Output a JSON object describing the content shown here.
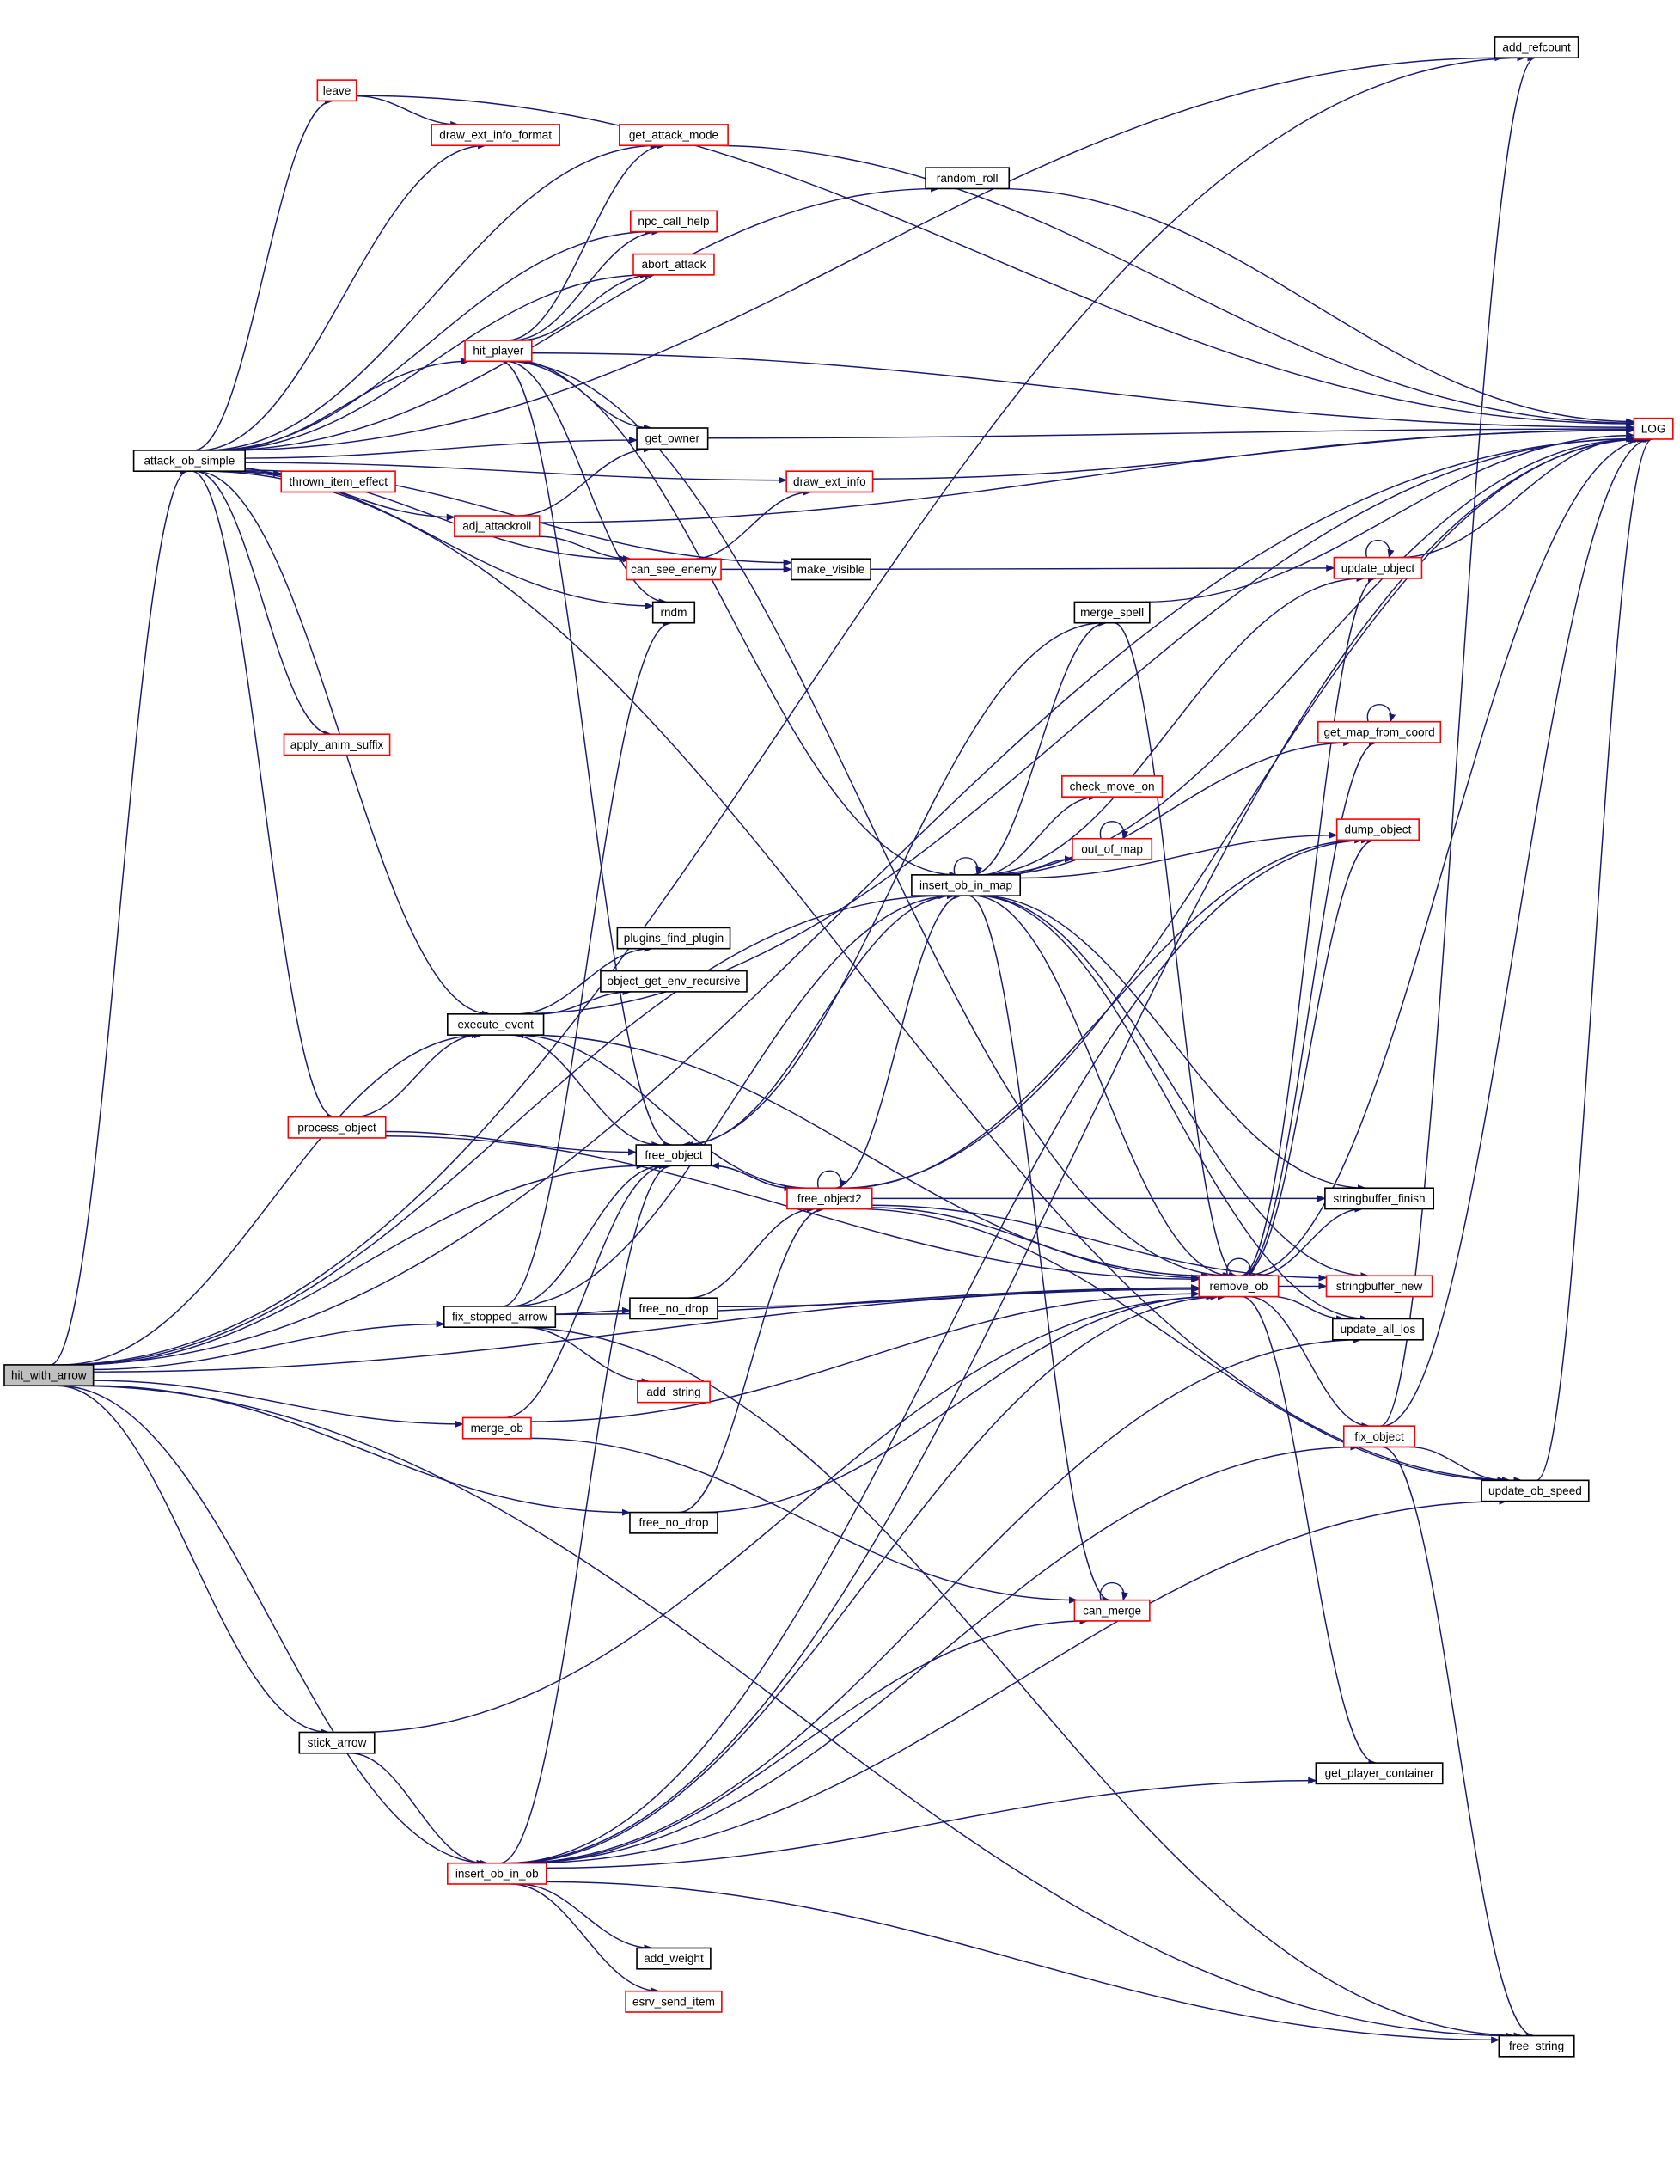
{
  "title": "hit_with_arrow call graph",
  "colors": {
    "edge": "#191970",
    "red_border": "#ff0000",
    "black_border": "#000000",
    "root_fill": "#bfbfbf"
  },
  "nodes": [
    {
      "id": "add_refcount",
      "label": "add_refcount",
      "border": "#000000"
    },
    {
      "id": "LOG",
      "label": "LOG",
      "border": "#ff0000"
    },
    {
      "id": "leave",
      "label": "leave",
      "border": "#ff0000"
    },
    {
      "id": "draw_ext_info_format",
      "label": "draw_ext_info_format",
      "border": "#ff0000"
    },
    {
      "id": "get_attack_mode",
      "label": "get_attack_mode",
      "border": "#ff0000"
    },
    {
      "id": "random_roll",
      "label": "random_roll",
      "border": "#000000"
    },
    {
      "id": "npc_call_help",
      "label": "npc_call_help",
      "border": "#ff0000"
    },
    {
      "id": "abort_attack",
      "label": "abort_attack",
      "border": "#ff0000"
    },
    {
      "id": "hit_player",
      "label": "hit_player",
      "border": "#ff0000"
    },
    {
      "id": "get_owner",
      "label": "get_owner",
      "border": "#000000"
    },
    {
      "id": "attack_ob_simple",
      "label": "attack_ob_simple",
      "border": "#000000"
    },
    {
      "id": "thrown_item_effect",
      "label": "thrown_item_effect",
      "border": "#ff0000"
    },
    {
      "id": "draw_ext_info",
      "label": "draw_ext_info",
      "border": "#ff0000"
    },
    {
      "id": "adj_attackroll",
      "label": "adj_attackroll",
      "border": "#ff0000"
    },
    {
      "id": "can_see_enemy",
      "label": "can_see_enemy",
      "border": "#ff0000"
    },
    {
      "id": "make_visible",
      "label": "make_visible",
      "border": "#000000"
    },
    {
      "id": "update_object",
      "label": "update_object",
      "border": "#ff0000"
    },
    {
      "id": "rndm",
      "label": "rndm",
      "border": "#000000"
    },
    {
      "id": "merge_spell",
      "label": "merge_spell",
      "border": "#000000"
    },
    {
      "id": "apply_anim_suffix",
      "label": "apply_anim_suffix",
      "border": "#ff0000"
    },
    {
      "id": "get_map_from_coord",
      "label": "get_map_from_coord",
      "border": "#ff0000"
    },
    {
      "id": "check_move_on",
      "label": "check_move_on",
      "border": "#ff0000"
    },
    {
      "id": "out_of_map",
      "label": "out_of_map",
      "border": "#ff0000"
    },
    {
      "id": "dump_object",
      "label": "dump_object",
      "border": "#ff0000"
    },
    {
      "id": "insert_ob_in_map",
      "label": "insert_ob_in_map",
      "border": "#000000"
    },
    {
      "id": "plugins_find_plugin",
      "label": "plugins_find_plugin",
      "border": "#000000"
    },
    {
      "id": "object_get_env_recursive",
      "label": "object_get_env_recursive",
      "border": "#000000"
    },
    {
      "id": "execute_event",
      "label": "execute_event",
      "border": "#000000"
    },
    {
      "id": "process_object",
      "label": "process_object",
      "border": "#ff0000"
    },
    {
      "id": "free_object",
      "label": "free_object",
      "border": "#000000"
    },
    {
      "id": "free_object2",
      "label": "free_object2",
      "border": "#ff0000"
    },
    {
      "id": "stringbuffer_finish",
      "label": "stringbuffer_finish",
      "border": "#000000"
    },
    {
      "id": "remove_ob",
      "label": "remove_ob",
      "border": "#ff0000"
    },
    {
      "id": "stringbuffer_new",
      "label": "stringbuffer_new",
      "border": "#ff0000"
    },
    {
      "id": "update_all_los",
      "label": "update_all_los",
      "border": "#000000"
    },
    {
      "id": "fix_stopped_arrow",
      "label": "fix_stopped_arrow",
      "border": "#000000"
    },
    {
      "id": "free_no_drop_1",
      "label": "free_no_drop",
      "border": "#000000"
    },
    {
      "id": "hit_with_arrow",
      "label": "hit_with_arrow",
      "border": "#000000"
    },
    {
      "id": "add_string",
      "label": "add_string",
      "border": "#ff0000"
    },
    {
      "id": "merge_ob",
      "label": "merge_ob",
      "border": "#ff0000"
    },
    {
      "id": "fix_object",
      "label": "fix_object",
      "border": "#ff0000"
    },
    {
      "id": "update_ob_speed",
      "label": "update_ob_speed",
      "border": "#000000"
    },
    {
      "id": "free_no_drop_2",
      "label": "free_no_drop",
      "border": "#000000"
    },
    {
      "id": "can_merge",
      "label": "can_merge",
      "border": "#ff0000"
    },
    {
      "id": "stick_arrow",
      "label": "stick_arrow",
      "border": "#000000"
    },
    {
      "id": "get_player_container",
      "label": "get_player_container",
      "border": "#000000"
    },
    {
      "id": "insert_ob_in_ob",
      "label": "insert_ob_in_ob",
      "border": "#ff0000"
    },
    {
      "id": "add_weight",
      "label": "add_weight",
      "border": "#000000"
    },
    {
      "id": "esrv_send_item",
      "label": "esrv_send_item",
      "border": "#ff0000"
    },
    {
      "id": "free_string",
      "label": "free_string",
      "border": "#000000"
    }
  ],
  "edges": [
    [
      "hit_with_arrow",
      "attack_ob_simple"
    ],
    [
      "hit_with_arrow",
      "add_refcount"
    ],
    [
      "hit_with_arrow",
      "execute_event"
    ],
    [
      "hit_with_arrow",
      "free_object"
    ],
    [
      "hit_with_arrow",
      "insert_ob_in_map"
    ],
    [
      "hit_with_arrow",
      "fix_stopped_arrow"
    ],
    [
      "hit_with_arrow",
      "merge_ob"
    ],
    [
      "hit_with_arrow",
      "free_no_drop_2"
    ],
    [
      "hit_with_arrow",
      "remove_ob"
    ],
    [
      "hit_with_arrow",
      "stick_arrow"
    ],
    [
      "hit_with_arrow",
      "insert_ob_in_ob"
    ],
    [
      "hit_with_arrow",
      "free_string"
    ],
    [
      "hit_with_arrow",
      "LOG"
    ],
    [
      "attack_ob_simple",
      "add_refcount"
    ],
    [
      "attack_ob_simple",
      "leave"
    ],
    [
      "attack_ob_simple",
      "draw_ext_info_format"
    ],
    [
      "attack_ob_simple",
      "get_attack_mode"
    ],
    [
      "attack_ob_simple",
      "random_roll"
    ],
    [
      "attack_ob_simple",
      "npc_call_help"
    ],
    [
      "attack_ob_simple",
      "abort_attack"
    ],
    [
      "attack_ob_simple",
      "hit_player"
    ],
    [
      "attack_ob_simple",
      "get_owner"
    ],
    [
      "attack_ob_simple",
      "thrown_item_effect"
    ],
    [
      "attack_ob_simple",
      "draw_ext_info"
    ],
    [
      "attack_ob_simple",
      "adj_attackroll"
    ],
    [
      "attack_ob_simple",
      "can_see_enemy"
    ],
    [
      "attack_ob_simple",
      "rndm"
    ],
    [
      "attack_ob_simple",
      "make_visible"
    ],
    [
      "attack_ob_simple",
      "apply_anim_suffix"
    ],
    [
      "attack_ob_simple",
      "execute_event"
    ],
    [
      "attack_ob_simple",
      "process_object"
    ],
    [
      "attack_ob_simple",
      "update_ob_speed"
    ],
    [
      "leave",
      "draw_ext_info_format"
    ],
    [
      "leave",
      "LOG"
    ],
    [
      "get_attack_mode",
      "LOG"
    ],
    [
      "random_roll",
      "LOG"
    ],
    [
      "hit_player",
      "get_attack_mode"
    ],
    [
      "hit_player",
      "npc_call_help"
    ],
    [
      "hit_player",
      "abort_attack"
    ],
    [
      "hit_player",
      "LOG"
    ],
    [
      "hit_player",
      "get_owner"
    ],
    [
      "hit_player",
      "rndm"
    ],
    [
      "hit_player",
      "free_object"
    ],
    [
      "hit_player",
      "insert_ob_in_map"
    ],
    [
      "hit_player",
      "remove_ob"
    ],
    [
      "get_owner",
      "LOG"
    ],
    [
      "draw_ext_info",
      "LOG"
    ],
    [
      "adj_attackroll",
      "get_owner"
    ],
    [
      "adj_attackroll",
      "can_see_enemy"
    ],
    [
      "adj_attackroll",
      "LOG"
    ],
    [
      "can_see_enemy",
      "draw_ext_info"
    ],
    [
      "can_see_enemy",
      "make_visible"
    ],
    [
      "make_visible",
      "update_object"
    ],
    [
      "update_object",
      "update_object"
    ],
    [
      "update_object",
      "LOG"
    ],
    [
      "merge_spell",
      "LOG"
    ],
    [
      "merge_spell",
      "remove_ob"
    ],
    [
      "merge_spell",
      "free_object"
    ],
    [
      "insert_ob_in_map",
      "insert_ob_in_map"
    ],
    [
      "insert_ob_in_map",
      "LOG"
    ],
    [
      "insert_ob_in_map",
      "merge_spell"
    ],
    [
      "insert_ob_in_map",
      "update_object"
    ],
    [
      "insert_ob_in_map",
      "get_map_from_coord"
    ],
    [
      "insert_ob_in_map",
      "check_move_on"
    ],
    [
      "insert_ob_in_map",
      "out_of_map"
    ],
    [
      "insert_ob_in_map",
      "dump_object"
    ],
    [
      "insert_ob_in_map",
      "stringbuffer_finish"
    ],
    [
      "insert_ob_in_map",
      "remove_ob"
    ],
    [
      "insert_ob_in_map",
      "stringbuffer_new"
    ],
    [
      "insert_ob_in_map",
      "update_all_los"
    ],
    [
      "insert_ob_in_map",
      "can_merge"
    ],
    [
      "insert_ob_in_map",
      "free_object"
    ],
    [
      "get_map_from_coord",
      "get_map_from_coord"
    ],
    [
      "out_of_map",
      "out_of_map"
    ],
    [
      "execute_event",
      "plugins_find_plugin"
    ],
    [
      "execute_event",
      "object_get_env_recursive"
    ],
    [
      "execute_event",
      "free_object"
    ],
    [
      "execute_event",
      "remove_ob"
    ],
    [
      "execute_event",
      "LOG"
    ],
    [
      "process_object",
      "execute_event"
    ],
    [
      "process_object",
      "free_object"
    ],
    [
      "process_object",
      "remove_ob"
    ],
    [
      "free_object",
      "free_object2"
    ],
    [
      "free_object2",
      "free_object2"
    ],
    [
      "free_object2",
      "execute_event"
    ],
    [
      "free_object2",
      "insert_ob_in_map"
    ],
    [
      "free_object2",
      "free_object"
    ],
    [
      "free_object2",
      "dump_object"
    ],
    [
      "free_object2",
      "stringbuffer_finish"
    ],
    [
      "free_object2",
      "remove_ob"
    ],
    [
      "free_object2",
      "stringbuffer_new"
    ],
    [
      "free_object2",
      "update_ob_speed"
    ],
    [
      "free_object2",
      "LOG"
    ],
    [
      "remove_ob",
      "remove_ob"
    ],
    [
      "remove_ob",
      "LOG"
    ],
    [
      "remove_ob",
      "update_object"
    ],
    [
      "remove_ob",
      "get_map_from_coord"
    ],
    [
      "remove_ob",
      "dump_object"
    ],
    [
      "remove_ob",
      "stringbuffer_finish"
    ],
    [
      "remove_ob",
      "stringbuffer_new"
    ],
    [
      "remove_ob",
      "update_all_los"
    ],
    [
      "remove_ob",
      "fix_object"
    ],
    [
      "remove_ob",
      "get_player_container"
    ],
    [
      "fix_object",
      "LOG"
    ],
    [
      "fix_object",
      "update_ob_speed"
    ],
    [
      "fix_object",
      "free_string"
    ],
    [
      "fix_object",
      "add_refcount"
    ],
    [
      "update_ob_speed",
      "LOG"
    ],
    [
      "fix_stopped_arrow",
      "rndm"
    ],
    [
      "fix_stopped_arrow",
      "free_object"
    ],
    [
      "fix_stopped_arrow",
      "insert_ob_in_map"
    ],
    [
      "fix_stopped_arrow",
      "free_no_drop_1"
    ],
    [
      "fix_stopped_arrow",
      "remove_ob"
    ],
    [
      "fix_stopped_arrow",
      "add_string"
    ],
    [
      "fix_stopped_arrow",
      "free_string"
    ],
    [
      "free_no_drop_1",
      "free_object2"
    ],
    [
      "free_no_drop_1",
      "remove_ob"
    ],
    [
      "merge_ob",
      "free_object"
    ],
    [
      "merge_ob",
      "remove_ob"
    ],
    [
      "merge_ob",
      "can_merge"
    ],
    [
      "free_no_drop_2",
      "free_object2"
    ],
    [
      "free_no_drop_2",
      "remove_ob"
    ],
    [
      "can_merge",
      "can_merge"
    ],
    [
      "stick_arrow",
      "insert_ob_in_ob"
    ],
    [
      "stick_arrow",
      "remove_ob"
    ],
    [
      "insert_ob_in_ob",
      "free_object"
    ],
    [
      "insert_ob_in_ob",
      "dump_object"
    ],
    [
      "insert_ob_in_ob",
      "can_merge"
    ],
    [
      "insert_ob_in_ob",
      "remove_ob"
    ],
    [
      "insert_ob_in_ob",
      "add_weight"
    ],
    [
      "insert_ob_in_ob",
      "esrv_send_item"
    ],
    [
      "insert_ob_in_ob",
      "update_all_los"
    ],
    [
      "insert_ob_in_ob",
      "fix_object"
    ],
    [
      "insert_ob_in_ob",
      "get_player_container"
    ],
    [
      "insert_ob_in_ob",
      "update_ob_speed"
    ],
    [
      "insert_ob_in_ob",
      "LOG"
    ],
    [
      "insert_ob_in_ob",
      "free_string"
    ]
  ]
}
